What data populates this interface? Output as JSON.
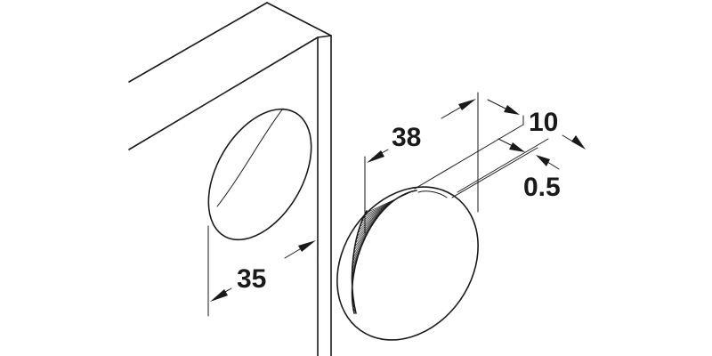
{
  "dimensions": {
    "hole_diameter": "35",
    "cap_diameter": "38",
    "cap_height": "10",
    "rim_thickness": "0.5"
  }
}
